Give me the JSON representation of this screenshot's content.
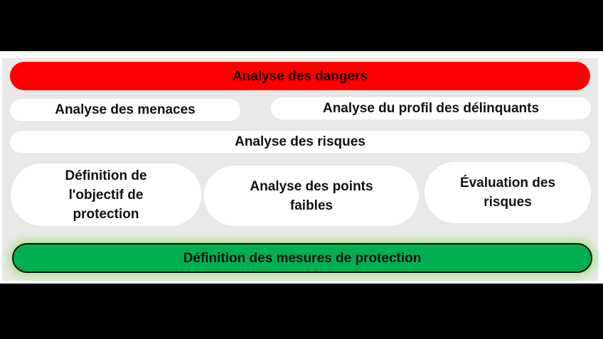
{
  "diagram": {
    "top": {
      "label": "Analyse des dangers",
      "color": "#ff0000"
    },
    "row2": [
      {
        "label": "Analyse des menaces"
      },
      {
        "label": "Analyse du profil des délinquants"
      }
    ],
    "row3": {
      "label": "Analyse des risques"
    },
    "row4": [
      {
        "label": "Définition de l'objectif de protection"
      },
      {
        "label": "Analyse des points faibles"
      },
      {
        "label": "Évaluation des risques"
      }
    ],
    "bottom": {
      "label": "Définition des mesures de protection",
      "color": "#00b050"
    }
  }
}
